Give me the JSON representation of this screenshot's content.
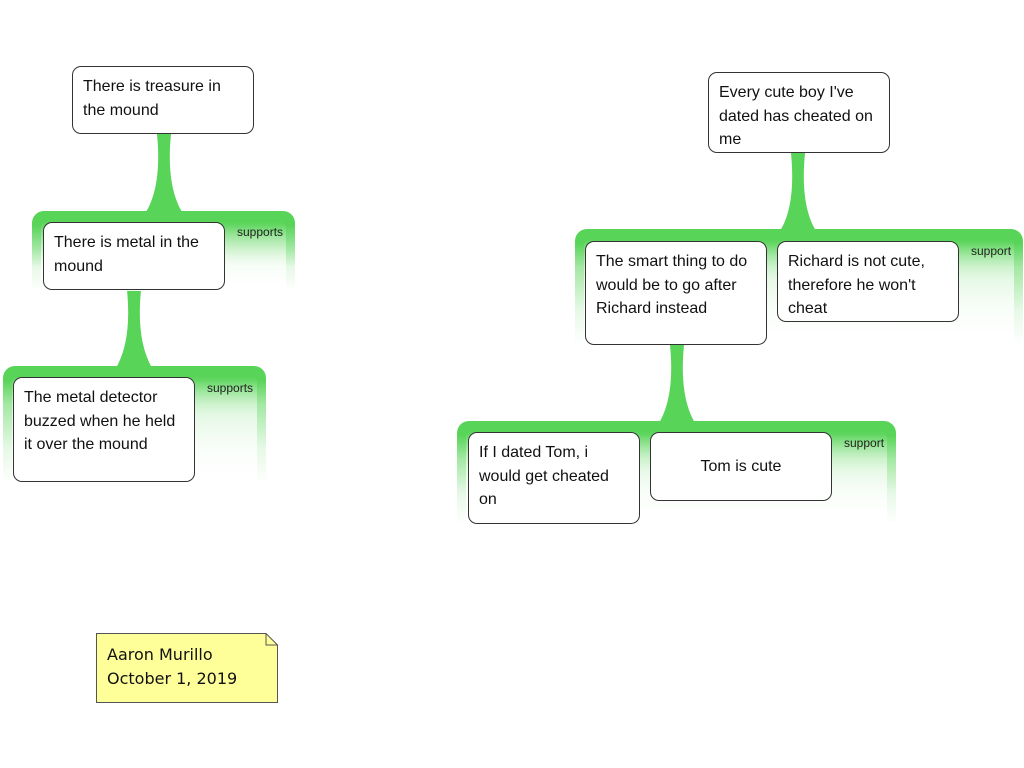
{
  "left_tree": {
    "claim": "There is treasure in the mound",
    "band1_label": "supports",
    "reason1": "There is metal in the mound",
    "band2_label": "supports",
    "reason2": "The metal detector buzzed when he held it over the mound"
  },
  "right_tree": {
    "claim": "Every cute boy I've dated has cheated on me",
    "band1_label": "support",
    "reason_a": "The smart thing to do would be to go after Richard instead",
    "reason_b": "Richard is not cute, therefore he won't cheat",
    "band2_label": "support",
    "reason_c": "If I dated Tom, i would get cheated on",
    "reason_d": "Tom is cute"
  },
  "note": {
    "name": "Aaron Murillo",
    "date": "October 1, 2019",
    "color": "#ffff99"
  },
  "colors": {
    "connector_green": "#58d458"
  }
}
